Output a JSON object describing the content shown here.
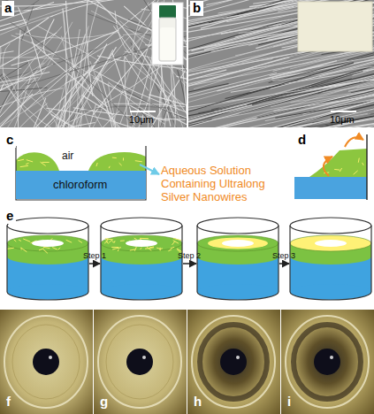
{
  "diagram": {
    "nodes": [
      {
        "text": [
          "a",
          "10μm"
        ]
      },
      {
        "text": [
          "b",
          "10μm"
        ]
      },
      {
        "text": [
          "c"
        ]
      },
      {
        "text": [
          "chloroform"
        ],
        "in": 2
      },
      {
        "text": [
          "d"
        ]
      },
      {
        "text": [
          "e"
        ]
      },
      {
        "text": [
          "f"
        ]
      },
      {
        "text": [
          "g"
        ]
      },
      {
        "text": [
          "h"
        ]
      },
      {
        "text": [
          "i"
        ]
      }
    ],
    "labels": [
      "air",
      "Aqueous Solution Containing Ultralong Silver Nanowires",
      "Step 1",
      "Step 2",
      "Step 3"
    ]
  }
}
